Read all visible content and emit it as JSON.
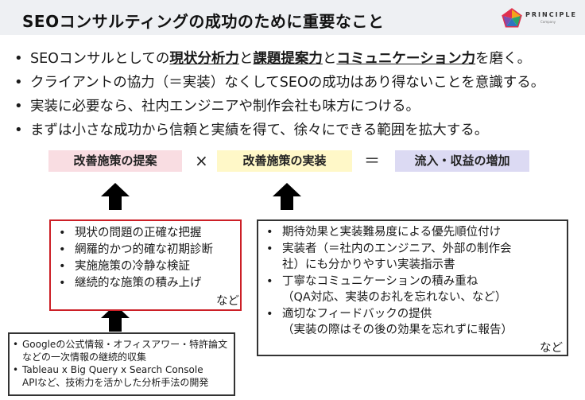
{
  "header": {
    "title": "SEOコンサルティングの成功のために重要なこと",
    "logo_text": "PRINCIPLE",
    "logo_sub": "Company"
  },
  "bullets": {
    "b1": {
      "pre": "SEOコンサルとしての",
      "k1": "現状分析力",
      "m1": "と",
      "k2": "課題提案力",
      "m2": "と",
      "k3": "コミュニケーション力",
      "post": "を磨く。"
    },
    "b2": "クライアントの協力（＝実装）なくしてSEOの成功はあり得ないことを意識する。",
    "b3": "実装に必要なら、社内エンジニアや制作会社も味方につける。",
    "b4": "まずは小さな成功から信頼と実績を得て、徐々にできる範囲を拡大する。"
  },
  "equation": {
    "term1": "改善施策の提案",
    "times": "×",
    "term2": "改善施策の実装",
    "equals": "＝",
    "result": "流入・収益の増加"
  },
  "box_proposal": {
    "items": [
      "現状の問題の正確な把握",
      "網羅的かつ的確な初期診断",
      "実施施策の冷静な検証",
      "継続的な施策の積み上げ"
    ],
    "tail": "など"
  },
  "box_implementation": {
    "i1": "期待効果と実装難易度による優先順位付け",
    "i2a": "実装者（＝社内のエンジニア、外部の制作会",
    "i2b": "社）にも分かりやすい実装指示書",
    "i3a": "丁寧なコミュニケーションの積み重ね",
    "i3b": "（QA対応、実装のお礼を忘れない、など）",
    "i4a": "適切なフィードバックの提供",
    "i4b": "（実装の際はその後の効果を忘れずに報告）",
    "tail": "など"
  },
  "box_sources": {
    "i1a": "Googleの公式情報・オフィスアワー・特許論文",
    "i1b": "などの一次情報の継続的収集",
    "i2a": "Tableau x Big Query x Search Console",
    "i2b": "APIなど、技術力を活かした分析手法の開発"
  },
  "colors": {
    "header_bg": "#eef0f3",
    "pill_proposal": "#f9dde2",
    "pill_implementation": "#fff8c8",
    "pill_result": "#dcdaf3",
    "box_proposal_border": "#cc1f26",
    "arrow": "#000000"
  },
  "icons": {
    "logo": "pentagon-logo-icon",
    "arrow": "up-arrow-icon"
  }
}
